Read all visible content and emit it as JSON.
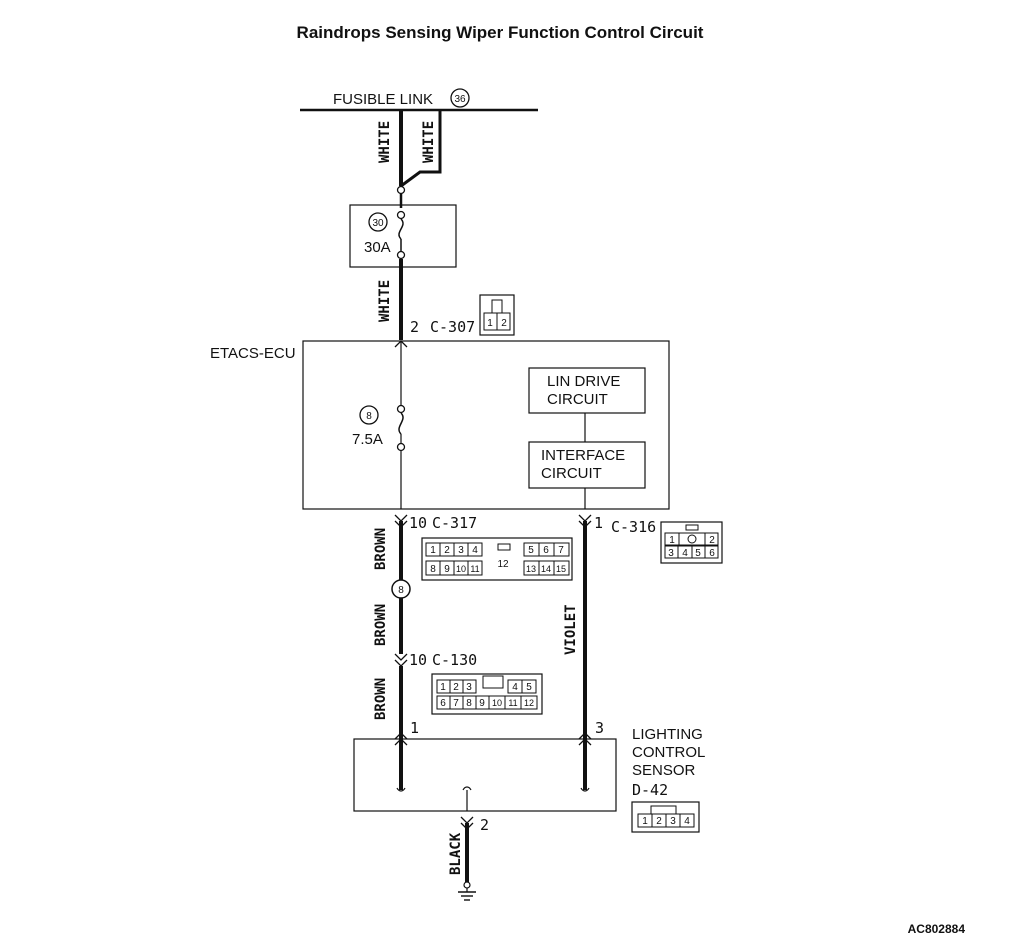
{
  "title": "Raindrops Sensing Wiper Function Control Circuit",
  "fusible_link": {
    "label": "FUSIBLE LINK",
    "number": "36"
  },
  "wire_colors": {
    "white_left": "WHITE",
    "white_right": "WHITE",
    "white_lower": "WHITE",
    "brown_1": "BROWN",
    "brown_2": "BROWN",
    "brown_3": "BROWN",
    "violet": "VIOLET",
    "black": "BLACK"
  },
  "fuse_30": {
    "number": "30",
    "rating": "30A"
  },
  "fuse_8": {
    "number": "8",
    "rating": "7.5A"
  },
  "splice_8": "8",
  "ecu": {
    "label": "ETACS-ECU",
    "lin_drive": [
      "LIN DRIVE",
      "CIRCUIT"
    ],
    "interface": [
      "INTERFACE",
      "CIRCUIT"
    ]
  },
  "connectors": {
    "c307": {
      "id": "C-307",
      "pin": "2",
      "pins": [
        "1",
        "2"
      ]
    },
    "c317": {
      "id": "C-317",
      "pin": "10",
      "pins_top": [
        "1",
        "2",
        "3",
        "4",
        "5",
        "6",
        "7"
      ],
      "pins_bottom": [
        "8",
        "9",
        "10",
        "11",
        "13",
        "14",
        "15"
      ],
      "center": "12"
    },
    "c316": {
      "id": "C-316",
      "pin": "1",
      "pins_top": [
        "1",
        "2"
      ],
      "pins_bottom": [
        "3",
        "4",
        "5",
        "6"
      ]
    },
    "c130": {
      "id": "C-130",
      "pin": "10",
      "pins_top": [
        "1",
        "2",
        "3",
        "4",
        "5"
      ],
      "pins_bottom": [
        "6",
        "7",
        "8",
        "9",
        "10",
        "11",
        "12"
      ]
    },
    "d42": {
      "id": "D-42",
      "pins": [
        "1",
        "2",
        "3",
        "4"
      ]
    }
  },
  "sensor": {
    "label": [
      "LIGHTING",
      "CONTROL",
      "SENSOR"
    ],
    "pin_left": "1",
    "pin_right": "3",
    "pin_ground": "2"
  },
  "diagram_code": "AC802884",
  "colors": {
    "ink": "#111111",
    "background": "#ffffff"
  }
}
